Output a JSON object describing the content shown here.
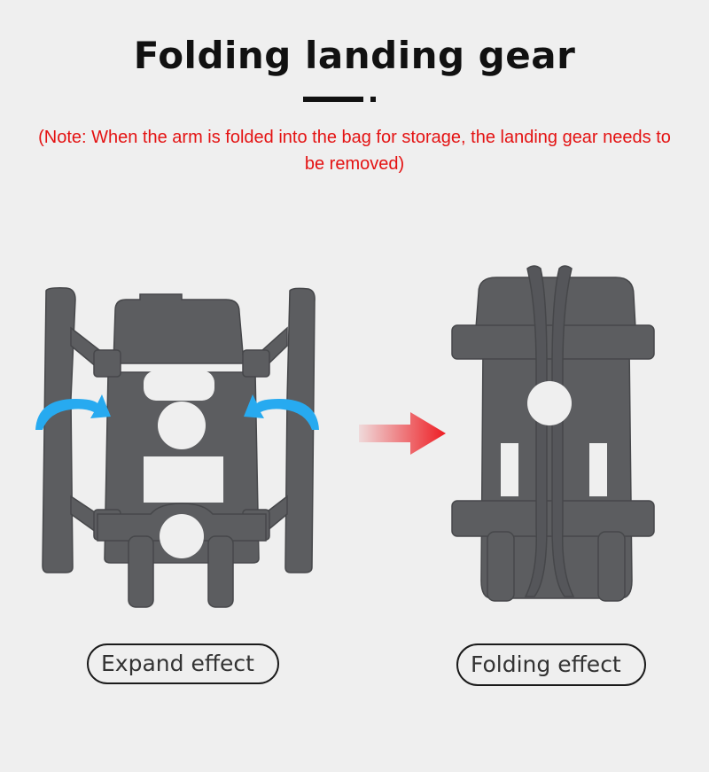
{
  "header": {
    "title": "Folding landing gear",
    "note": "(Note: When the arm is folded into the bag for storage, the landing gear needs to be removed)"
  },
  "figures": {
    "expanded": {
      "label": "Expand effect",
      "arrow_color": "#27aaf0",
      "body_color": "#5c5d60"
    },
    "folded": {
      "label": "Folding effect",
      "body_color": "#5c5d60"
    },
    "transition_arrow_color": "#ee1d23"
  },
  "colors": {
    "background": "#efefef",
    "title": "#111111",
    "note": "#e41212"
  }
}
